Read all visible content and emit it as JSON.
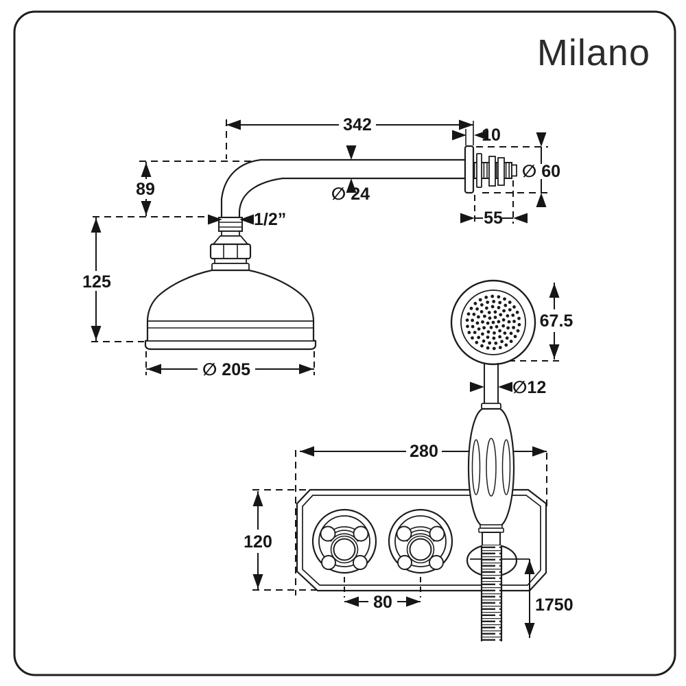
{
  "brand": {
    "logo": "Milano"
  },
  "diagram": {
    "dimensions": {
      "arm_length": "342",
      "wall_plate_thickness": "10",
      "wall_plate_diameter": "∅ 60",
      "arm_diameter": "∅ 24",
      "arm_drop": "89",
      "thread_size": "1/2”",
      "wall_stem_length": "55",
      "head_height": "125",
      "head_diameter": "∅ 205",
      "handset_face_height": "67.5",
      "handset_handle_diameter": "∅12",
      "valve_plate_width": "280",
      "valve_plate_height": "120",
      "valve_handle_centres": "80",
      "hose_length": "1750"
    }
  }
}
